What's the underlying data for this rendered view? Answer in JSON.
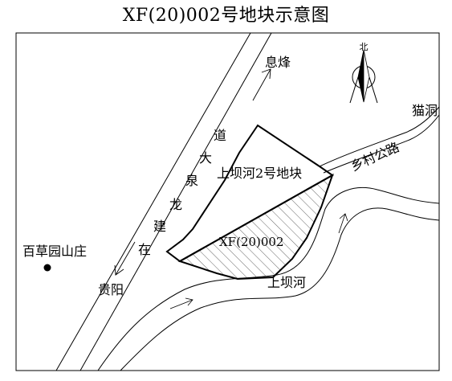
{
  "title": "XF(20)002号地块示意图",
  "labels": {
    "xifeng": "息烽",
    "north": "北",
    "maodong": "猫洞",
    "rural_road": "乡村公路",
    "parcel_area": "上坝河2号地块",
    "parcel_code": "XF(20)002",
    "shangba_river": "上坝河",
    "baicao_resort": "百草园山庄",
    "guiyang": "贵阳",
    "avenue_chars": [
      "道",
      "大",
      "泉",
      "龙",
      "建",
      "在"
    ]
  },
  "colors": {
    "line": "#000000",
    "hatch": "#555555",
    "background": "#ffffff"
  },
  "icons": {
    "north_arrow": "compass-north-arrow-icon",
    "resort_marker": "filled-dot-marker-icon"
  }
}
